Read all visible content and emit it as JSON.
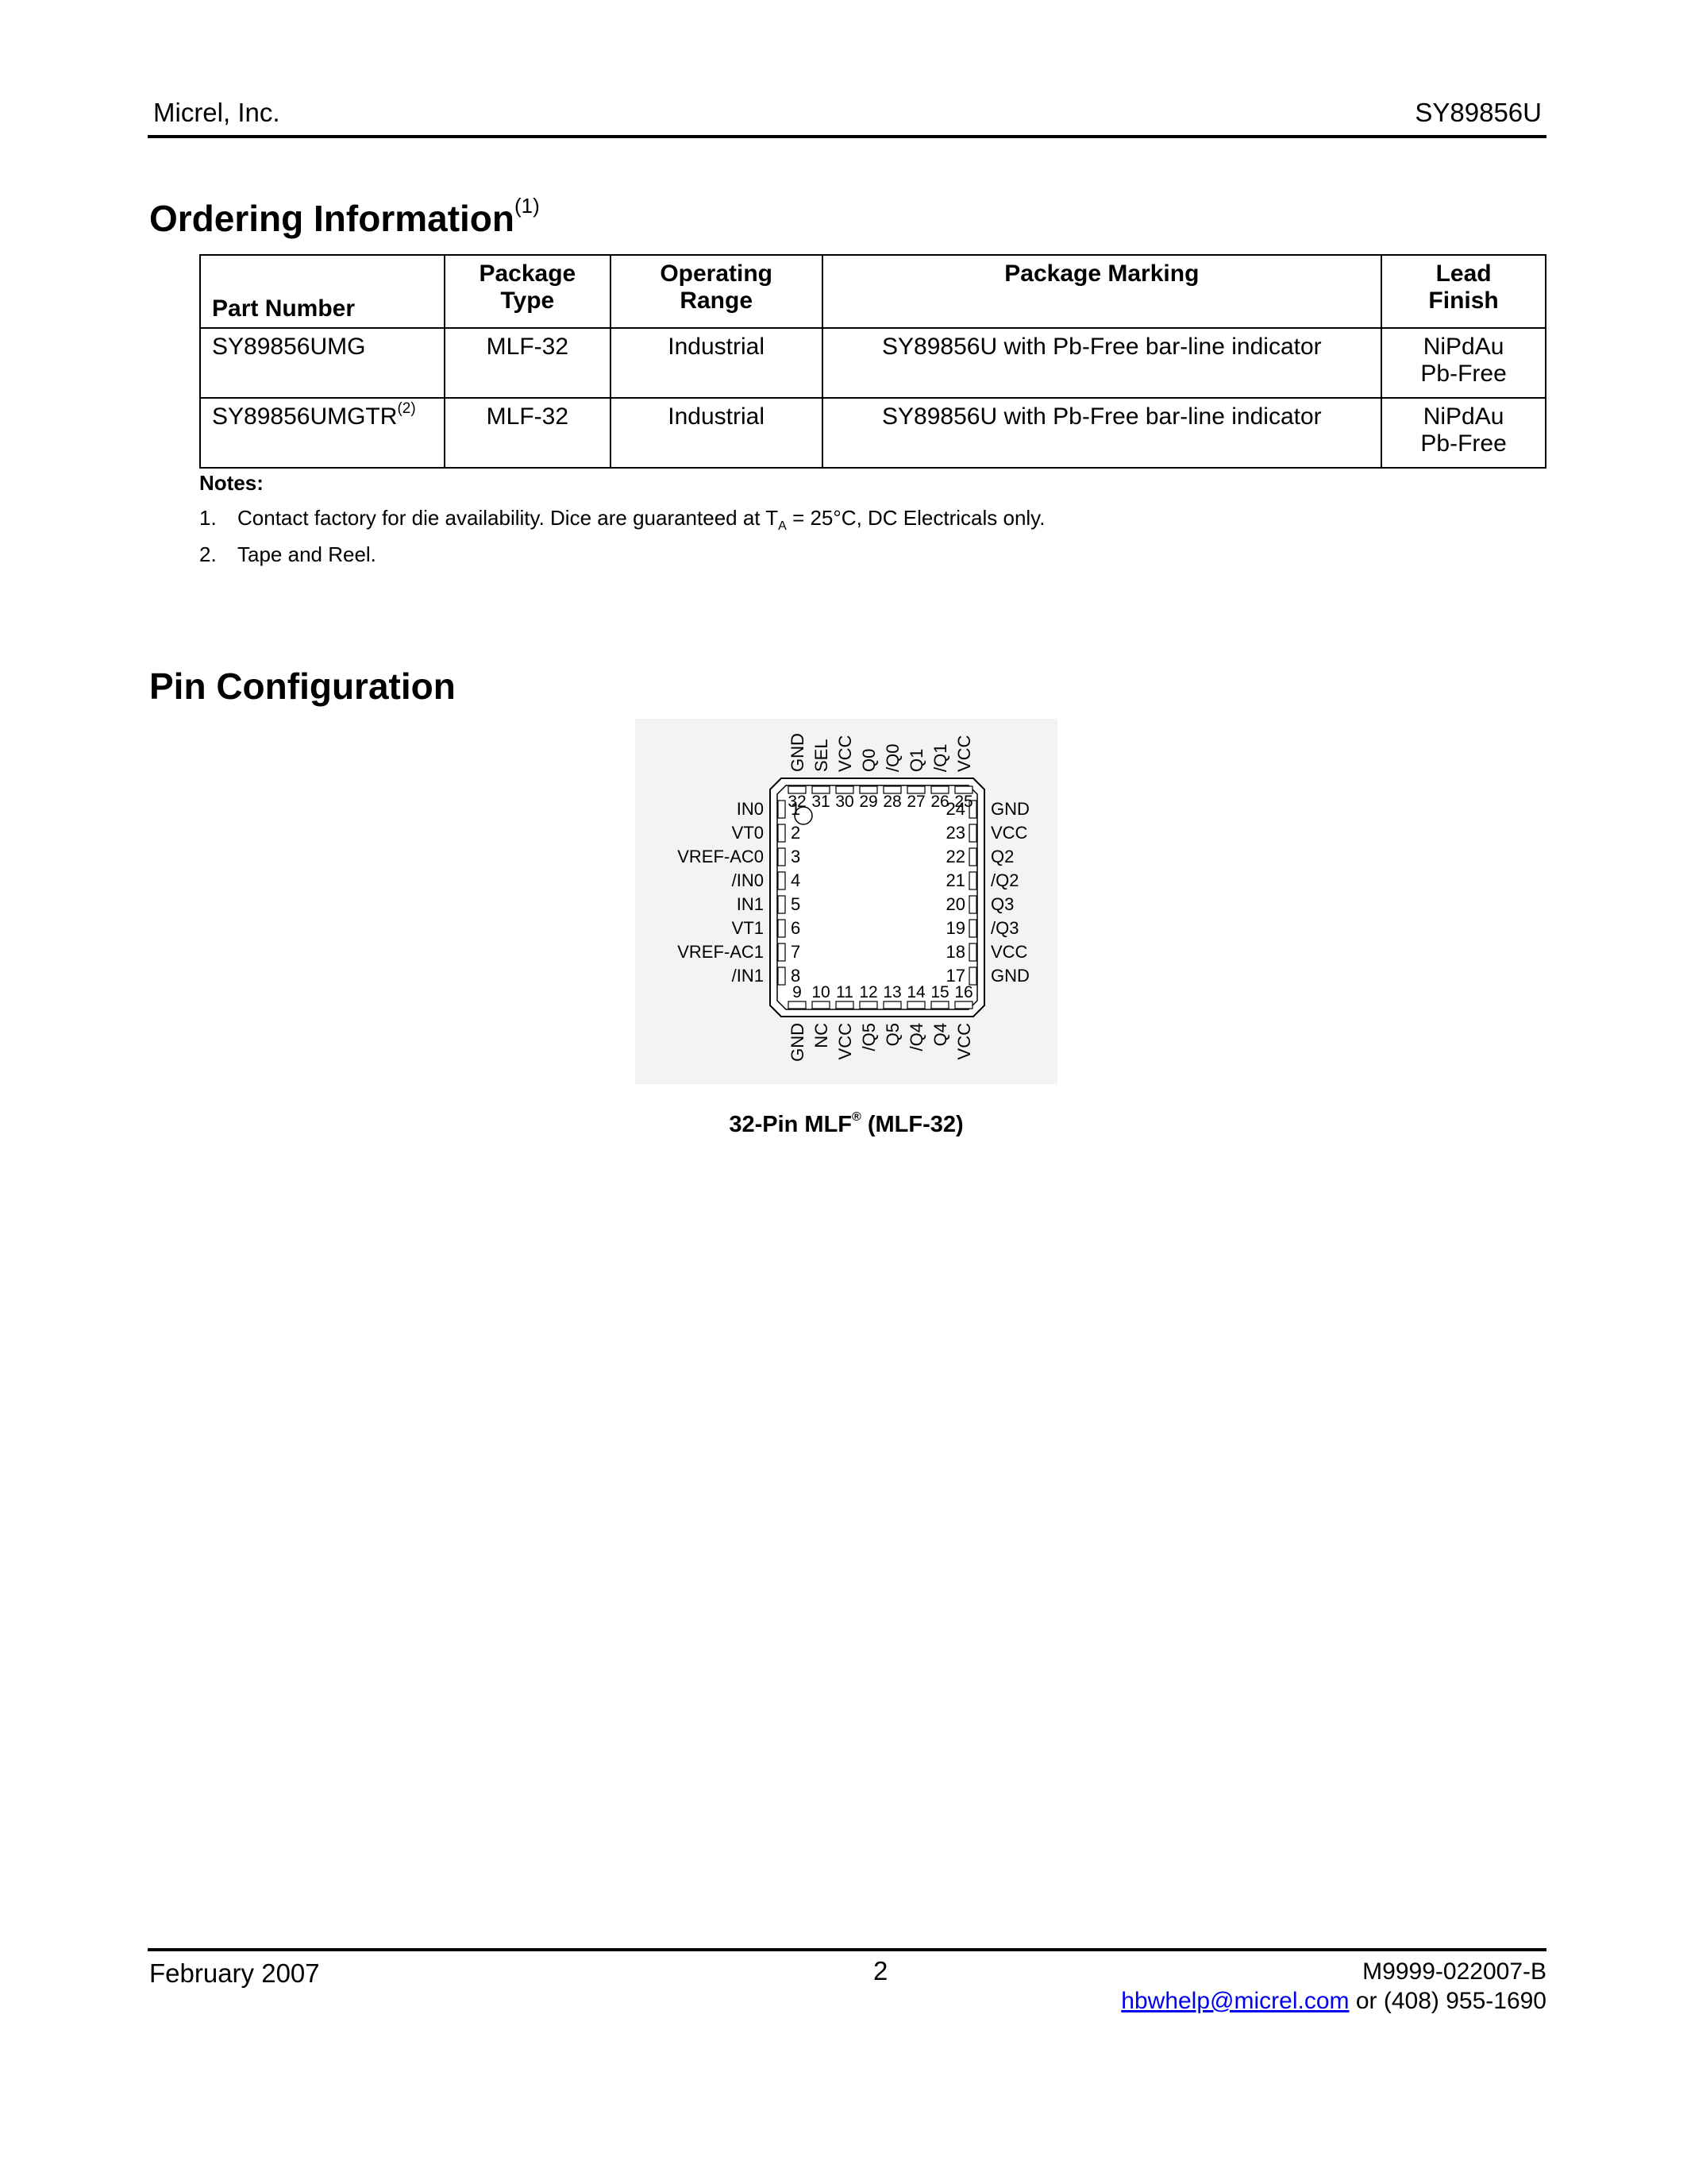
{
  "header": {
    "company": "Micrel, Inc.",
    "part": "SY89856U"
  },
  "ordering": {
    "title": "Ordering Information",
    "title_note": "(1)",
    "columns": [
      {
        "line1": "",
        "line2": "Part Number"
      },
      {
        "line1": "Package",
        "line2": "Type"
      },
      {
        "line1": "Operating",
        "line2": "Range"
      },
      {
        "line1": "Package Marking",
        "line2": ""
      },
      {
        "line1": "Lead",
        "line2": "Finish"
      }
    ],
    "rows": [
      {
        "part": "SY89856UMG",
        "part_note": "",
        "package": "MLF-32",
        "range": "Industrial",
        "marking": "SY89856U with Pb-Free bar-line indicator",
        "finish1": "NiPdAu",
        "finish2": "Pb-Free"
      },
      {
        "part": "SY89856UMGTR",
        "part_note": "(2)",
        "package": "MLF-32",
        "range": "Industrial",
        "marking": "SY89856U with Pb-Free bar-line indicator",
        "finish1": "NiPdAu",
        "finish2": "Pb-Free"
      }
    ],
    "notes_heading": "Notes:",
    "notes": [
      {
        "num": "1.",
        "pre": "Contact factory for die availability. Dice are guaranteed at T",
        "sub": "A",
        "post": " = 25°C, DC Electricals only."
      },
      {
        "num": "2.",
        "pre": "Tape and Reel.",
        "sub": "",
        "post": ""
      }
    ]
  },
  "pin_config": {
    "title": "Pin Configuration",
    "top_pins": [
      {
        "num": "32",
        "name": "GND"
      },
      {
        "num": "31",
        "name": "SEL"
      },
      {
        "num": "30",
        "name": "VCC"
      },
      {
        "num": "29",
        "name": "Q0"
      },
      {
        "num": "28",
        "name": "/Q0"
      },
      {
        "num": "27",
        "name": "Q1"
      },
      {
        "num": "26",
        "name": "/Q1"
      },
      {
        "num": "25",
        "name": "VCC"
      }
    ],
    "left_pins": [
      {
        "num": "1",
        "name": "IN0"
      },
      {
        "num": "2",
        "name": "VT0"
      },
      {
        "num": "3",
        "name": "VREF-AC0"
      },
      {
        "num": "4",
        "name": "/IN0"
      },
      {
        "num": "5",
        "name": "IN1"
      },
      {
        "num": "6",
        "name": "VT1"
      },
      {
        "num": "7",
        "name": "VREF-AC1"
      },
      {
        "num": "8",
        "name": "/IN1"
      }
    ],
    "right_pins": [
      {
        "num": "24",
        "name": "GND"
      },
      {
        "num": "23",
        "name": "VCC"
      },
      {
        "num": "22",
        "name": "Q2"
      },
      {
        "num": "21",
        "name": "/Q2"
      },
      {
        "num": "20",
        "name": "Q3"
      },
      {
        "num": "19",
        "name": "/Q3"
      },
      {
        "num": "18",
        "name": "VCC"
      },
      {
        "num": "17",
        "name": "GND"
      }
    ],
    "bottom_pins": [
      {
        "num": "9",
        "name": "GND"
      },
      {
        "num": "10",
        "name": "NC"
      },
      {
        "num": "11",
        "name": "VCC"
      },
      {
        "num": "12",
        "name": "/Q5"
      },
      {
        "num": "13",
        "name": "Q5"
      },
      {
        "num": "14",
        "name": "/Q4"
      },
      {
        "num": "15",
        "name": "Q4"
      },
      {
        "num": "16",
        "name": "VCC"
      }
    ],
    "caption_pre": "32-Pin MLF",
    "caption_reg": "®",
    "caption_post": " (MLF-32)"
  },
  "footer": {
    "date": "February 2007",
    "page": "2",
    "doc_number": "M9999-022007-B",
    "email": "hbwhelp@micrel.com",
    "phone_text": " or (408) 955-1690"
  }
}
